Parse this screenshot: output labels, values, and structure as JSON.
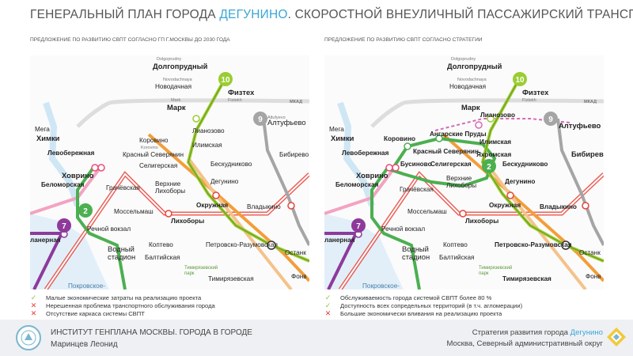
{
  "header": {
    "title_prefix": "ГЕНЕРАЛЬНЫЙ ПЛАН ГОРОДА ",
    "title_accent": "ДЕГУНИНО",
    "title_suffix": ". СКОРОСТНОЙ ВНЕУЛИЧНЫЙ ПАССАЖИРСКИЙ ТРАНСПОРТ"
  },
  "left_panel": {
    "subtitle": "ПРЕДЛОЖЕНИЕ ПО РАЗВИТИЮ СВПТ СОГЛАСНО ГП Г.МОСКВЫ  ДО 2030 ГОДА",
    "bullets": [
      {
        "mark": "✓",
        "status": "ok",
        "text": "Малые экономические затраты на реализацию проекта"
      },
      {
        "mark": "✕",
        "status": "bad",
        "text": "Нерешенная проблема транспортного обслуживания города"
      },
      {
        "mark": "✕",
        "status": "bad",
        "text": "Отсутствие каркаса системы СВПТ"
      }
    ]
  },
  "right_panel": {
    "subtitle": "ПРЕДЛОЖЕНИЕ ПО РАЗВИТИЮ СВПТ СОГЛАСНО СТРАТЕГИИ",
    "bullets": [
      {
        "mark": "✓",
        "status": "ok",
        "text": "Обслуживаемость города системой СВПТ более 80 %"
      },
      {
        "mark": "✓",
        "status": "ok",
        "text": "Доступность всех сопредельных территорий (в т.ч. агломерации)"
      },
      {
        "mark": "✕",
        "status": "bad",
        "text": "Большие экономически вливания на реализацию проекта"
      }
    ]
  },
  "map": {
    "line_numbers": {
      "l10": "10",
      "l9": "9",
      "l2": "2",
      "l7": "7"
    },
    "labels": {
      "dolgoprudny_small": "Dolgoprudny",
      "dolgoprudny": "Долгопрудный",
      "novodachnaya_small": "Novodachnaya",
      "novodachnaya": "Новодачная",
      "fiztekh": "Физтех",
      "fiztekh_small": "Fiztekh",
      "mark_small": "Mark",
      "mark": "Марк",
      "lianozovo": "Лианозово",
      "altufyevo": "Алтуфьево",
      "altufyevo_small": "Altufyevo",
      "khimki": "Химки",
      "mega": "Мега",
      "levoberezhnaya": "Левобережная",
      "korovino": "Коровино",
      "korovino_small": "Korovino",
      "ilimskaya": "Илимская",
      "krasny_severyanin": "Красный Северянин",
      "seligerskaya": "Селигерская",
      "beskudnikovo": "Бескудниково",
      "bibirevo": "Бибирево",
      "khovrino": "Ховрино",
      "belomorskaya": "Беломорская",
      "grachevskaya": "Грачёвская",
      "verkhnie_likhobory": "Верхние\nЛихоборы",
      "degunino": "Дегунино",
      "okruzhnaya": "Окружная",
      "vladykino": "Владыкино",
      "mosselmash": "Моссельмаш",
      "likhobory": "Лихоборы",
      "rechnoy_vokzal": "Речной вокзал",
      "vodny_stadion": "Водный\nстадион",
      "koptevo": "Коптево",
      "baltiyskaya": "Балтийская",
      "petrovsko": "Петровско-Разумовская",
      "timiryazevskaya": "Тимирязевская",
      "timiryazevsky_park": "Тимирязевский\nпарк",
      "pokrovskoe": "Покровское-",
      "planernaya": "ланерная",
      "ostankino": "Останк",
      "fonv": "Фонв",
      "mkad": "МКАД",
      "angarskie_prudy": "Ангарские Пруды",
      "businovo": "Бусиново",
      "yakhromskaya": "Яхромская",
      "vegetable_lichobory": "Верхние\nЛихоборы"
    },
    "colors": {
      "l10": "#9acd32",
      "l9": "#a5a5a5",
      "l2": "#4caf50",
      "l7": "#8e3a9b",
      "l10dark": "#6d8f1b",
      "mcc": "#e8453c",
      "d1": "#f29e3a",
      "d3": "#e94d77",
      "water": "#cfe6f5"
    }
  },
  "footer": {
    "org": "ИНСТИТУТ ГЕНПЛАНА МОСКВЫ. ГОРОДА В ГОРОДЕ",
    "author": "Маринцев Леонид",
    "right_title_prefix": "Стратегия развития города ",
    "right_title_accent": "Дегунино",
    "right_subtitle": "Москва, Северный административный округ"
  }
}
